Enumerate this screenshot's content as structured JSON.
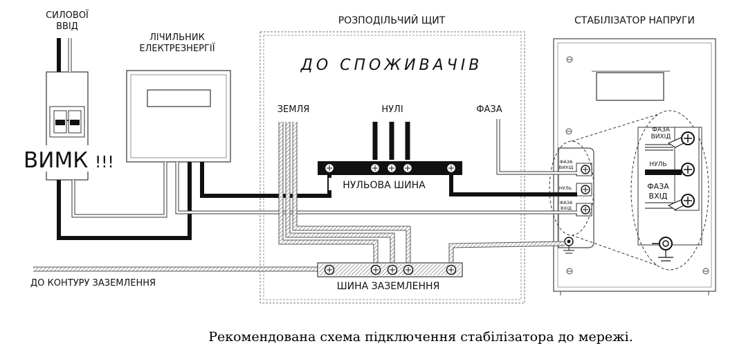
{
  "labels": {
    "power_input": [
      "СИЛОВОЇ",
      "ВВІД"
    ],
    "meter": [
      "ЛІЧИЛЬНИК",
      "ЕЛЕКТРЕЗНЕРГІЇ"
    ],
    "panel_title": "РОЗПОДІЛЬЧИЙ ЩИТ",
    "stabilizer_title": "СТАБІЛІЗАТОР НАПРУГИ",
    "to_consumers": "ДО   СПОЖИВАЧІВ",
    "ground": "ЗЕМЛЯ",
    "neutrals": "НУЛІ",
    "phase": "ФАЗА",
    "breaker": "ВИМК",
    "breaker_mark": "!!!",
    "neutral_bus": "НУЛЬОВА ШИНА",
    "ground_bus": "ШИНА ЗАЗЕМЛЕННЯ",
    "to_ground_loop": "ДО КОНТУРУ ЗАЗЕМЛЕННЯ",
    "term_phase_out_small": [
      "ФАЗА",
      "ВИХІД"
    ],
    "term_neutral_small": "НУЛЬ",
    "term_phase_in_small": [
      "ФАЗА",
      "ВХІД"
    ],
    "zoom_phase_out": [
      "ФАЗА",
      "ВИХІД"
    ],
    "zoom_neutral": "НУЛЬ",
    "zoom_phase_in": [
      "ФАЗА",
      "ВХІД"
    ]
  },
  "caption": "Рекомендована схема підключення стабілізатора до мережі."
}
